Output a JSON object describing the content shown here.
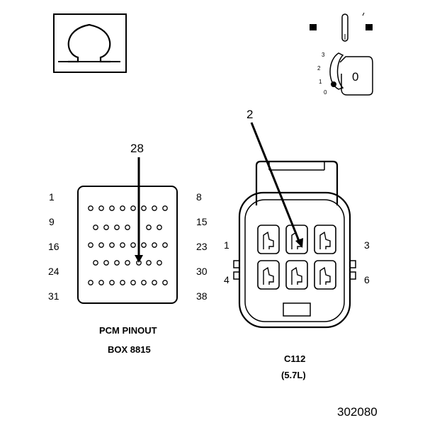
{
  "ohmmeter": {
    "symbol": "Ω"
  },
  "ignition_switch": {
    "positions": [
      "3",
      "2",
      "1",
      "0"
    ],
    "key_label": "0"
  },
  "pcm_pinout": {
    "row_start_labels": [
      "1",
      "9",
      "16",
      "24",
      "31"
    ],
    "row_end_labels": [
      "8",
      "15",
      "23",
      "30",
      "38"
    ],
    "pin_callout": "28",
    "caption_line1": "PCM PINOUT",
    "caption_line2": "BOX 8815"
  },
  "connector": {
    "pin_callout": "2",
    "left_labels": [
      "1",
      "4"
    ],
    "right_labels": [
      "3",
      "6"
    ],
    "caption_line1": "C112",
    "caption_line2": "(5.7L)"
  },
  "figure_id": "302080"
}
